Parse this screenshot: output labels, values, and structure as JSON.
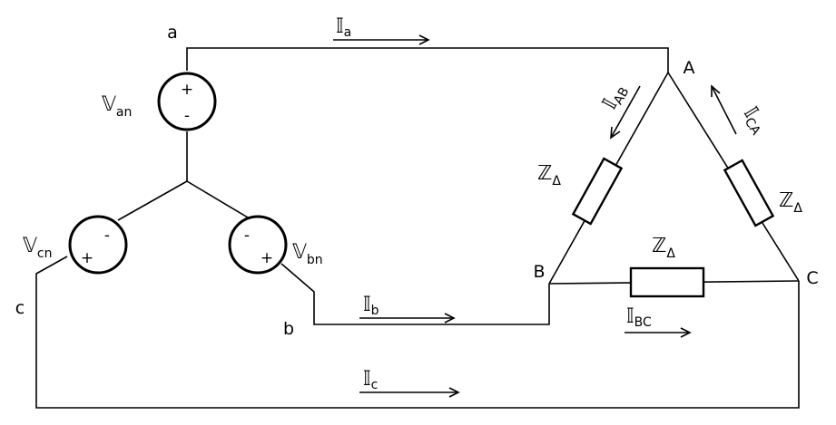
{
  "nodes": {
    "a": "a",
    "b": "b",
    "c": "c",
    "A": "A",
    "B": "B",
    "C": "C"
  },
  "sources": {
    "an": {
      "main": "𝕍",
      "sub": "an",
      "plus": "+",
      "minus": "-"
    },
    "bn": {
      "main": "𝕍",
      "sub": "bn",
      "plus": "+",
      "minus": "-"
    },
    "cn": {
      "main": "𝕍",
      "sub": "cn",
      "plus": "+",
      "minus": "-"
    }
  },
  "currents": {
    "a": {
      "main": "𝕀",
      "sub": "a"
    },
    "b": {
      "main": "𝕀",
      "sub": "b"
    },
    "c": {
      "main": "𝕀",
      "sub": "c"
    },
    "AB": {
      "main": "𝕀",
      "sub": "AB"
    },
    "CA": {
      "main": "𝕀",
      "sub": "CA"
    },
    "BC": {
      "main": "𝕀",
      "sub": "BC"
    }
  },
  "impedances": {
    "AB": {
      "main": "ℤ",
      "sub": "Δ"
    },
    "CA": {
      "main": "ℤ",
      "sub": "Δ"
    },
    "BC": {
      "main": "ℤ",
      "sub": "Δ"
    }
  }
}
